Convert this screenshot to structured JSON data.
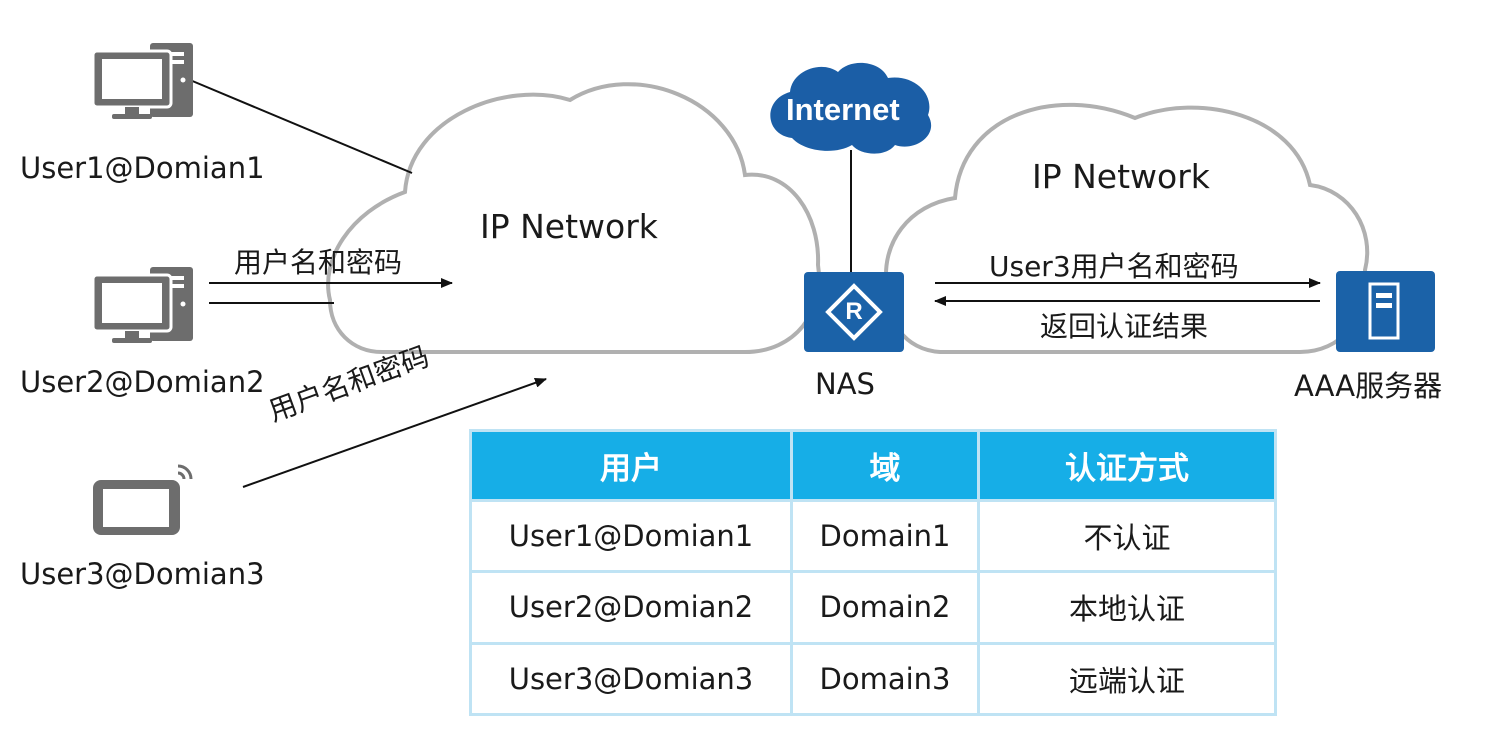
{
  "users": [
    {
      "label": "User1@Domian1"
    },
    {
      "label": "User2@Domian2"
    },
    {
      "label": "User3@Domian3"
    }
  ],
  "clouds": {
    "left_title": "IP Network",
    "right_title": "IP Network",
    "internet_label": "Internet"
  },
  "devices": {
    "nas_label": "NAS",
    "router_glyph": "R",
    "aaa_label": "AAA服务器"
  },
  "flows": {
    "user2_credentials": "用户名和密码",
    "user3_credentials": "用户名和密码",
    "nas_to_aaa": "User3用户名和密码",
    "aaa_to_nas": "返回认证结果"
  },
  "table": {
    "headers": [
      "用户",
      "域",
      "认证方式"
    ],
    "rows": [
      [
        "User1@Domian1",
        "Domain1",
        "不认证"
      ],
      [
        "User2@Domian2",
        "Domain2",
        "本地认证"
      ],
      [
        "User3@Domian3",
        "Domain3",
        "远端认证"
      ]
    ]
  },
  "colors": {
    "device_gray": "#6d6d6d",
    "cloud_outline": "#b0b0b0",
    "internet_blue": "#1b5ea6",
    "device_blue": "#1b62a8",
    "table_header": "#16aee7",
    "table_border": "#bfe3f4"
  },
  "icons": [
    "desktop-pc-icon",
    "tablet-icon",
    "wifi-icon",
    "router-icon",
    "server-icon",
    "internet-cloud-icon"
  ]
}
